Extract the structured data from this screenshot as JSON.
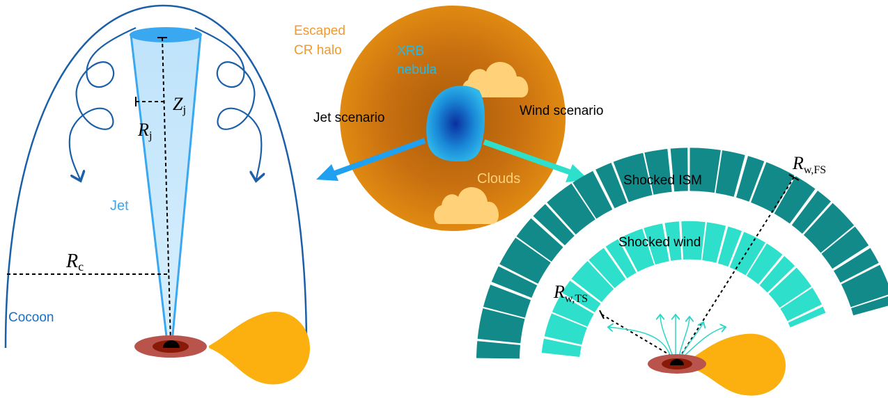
{
  "jet_panel": {
    "z_label": "Z",
    "z_sub": "j",
    "r_label": "R",
    "r_sub": "j",
    "jet_label": "Jet",
    "rc_label": "R",
    "rc_sub": "c",
    "cocoon_label": "Cocoon"
  },
  "center": {
    "halo_line1": "Escaped",
    "halo_line2": "CR halo",
    "nebula_line1": "XRB",
    "nebula_line2": "nebula",
    "jet_scenario": "Jet scenario",
    "wind_scenario": "Wind scenario",
    "clouds": "Clouds"
  },
  "wind_panel": {
    "shocked_ism": "Shocked ISM",
    "shocked_wind": "Shocked wind",
    "rfs_label": "R",
    "rfs_sub": "w,FS",
    "rts_label": "R",
    "rts_sub": "w,TS"
  },
  "colors": {
    "cocoon": "#1a5fa8",
    "jet": "#3aa8f0",
    "halo": "#e08a10",
    "nebula_text": "#2ab8e0",
    "clouds": "#ffd27a",
    "shocked_ism": "#128a8a",
    "shocked_wind": "#2ee0cc",
    "star": "#fbb010"
  }
}
